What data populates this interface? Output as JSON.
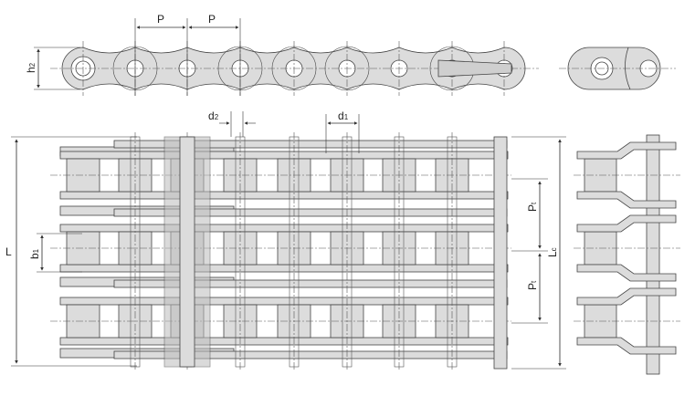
{
  "title": "Triple strand roller chain drawing",
  "labels": {
    "pitch_1": "P",
    "pitch_2": "P",
    "plate_height": "h",
    "plate_height_sub": "2",
    "pin_diameter": "d",
    "pin_diameter_sub": "2",
    "roller_diameter": "d",
    "roller_diameter_sub": "1",
    "overall_length": "L",
    "inner_width": "b",
    "inner_width_sub": "1",
    "transverse_pitch_1": "P",
    "transverse_pitch_1_sub": "t",
    "transverse_pitch_2": "P",
    "transverse_pitch_2_sub": "t",
    "pin_length": "L",
    "pin_length_sub": "c"
  },
  "colors": {
    "part_fill": "#dcdcdc",
    "line": "#444444"
  }
}
